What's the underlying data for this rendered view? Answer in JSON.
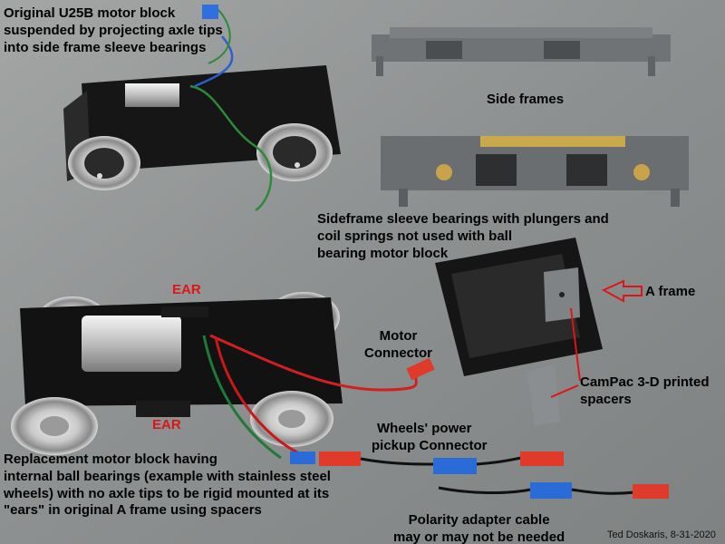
{
  "labels": {
    "original_block": [
      "Original U25B motor block",
      "suspended by projecting axle tips",
      "into side frame sleeve bearings"
    ],
    "side_frames": "Side frames",
    "sleeve_bearings": [
      "Sideframe sleeve bearings with plungers and",
      "coil springs not used with ball",
      "bearing motor block"
    ],
    "a_frame": "A frame",
    "ear_top": "EAR",
    "ear_bottom": "EAR",
    "motor_connector": [
      "Motor",
      "Connector"
    ],
    "campac_spacers": [
      "CamPac 3-D printed",
      "spacers"
    ],
    "wheels_power": [
      "Wheels' power",
      "pickup  Connector"
    ],
    "replacement_block": [
      "Replacement motor block having",
      "internal ball bearings (example with stainless steel",
      "wheels) with no axle tips to be rigid mounted at its",
      "\"ears\" in original A frame using spacers"
    ],
    "polarity_cable": [
      "Polarity adapter cable",
      "may or may not be needed"
    ],
    "credit": "Ted Doskaris, 8-31-2020"
  },
  "colors": {
    "annotation_red": "#e01414",
    "background_gray": "#8f9291",
    "frame_gray": "#6f7375",
    "block_black": "#1a1a1a"
  }
}
